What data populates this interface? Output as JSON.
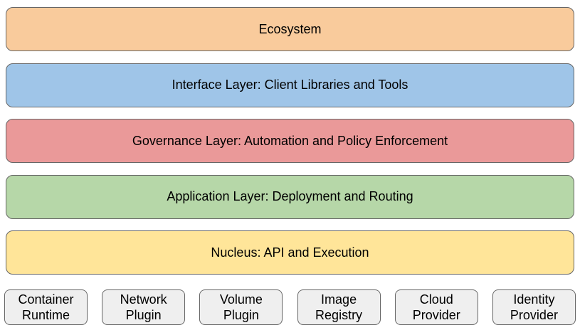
{
  "diagram": {
    "background": "#FFFFFF",
    "border_color": "#666666",
    "text_color": "#000000",
    "layers": [
      {
        "label": "Ecosystem",
        "color": "#F9CB9C"
      },
      {
        "label": "Interface Layer: Client Libraries and Tools",
        "color": "#9FC5E8"
      },
      {
        "label": "Governance Layer: Automation and Policy Enforcement",
        "color": "#EA9999"
      },
      {
        "label": "Application Layer: Deployment and Routing",
        "color": "#B6D7A8"
      },
      {
        "label": "Nucleus: API and Execution",
        "color": "#FFE599"
      }
    ],
    "providers": [
      {
        "line1": "Container",
        "line2": "Runtime"
      },
      {
        "line1": "Network",
        "line2": "Plugin"
      },
      {
        "line1": "Volume",
        "line2": "Plugin"
      },
      {
        "line1": "Image",
        "line2": "Registry"
      },
      {
        "line1": "Cloud",
        "line2": "Provider"
      },
      {
        "line1": "Identity",
        "line2": "Provider"
      }
    ],
    "provider_fill": "#EFEFEF"
  }
}
